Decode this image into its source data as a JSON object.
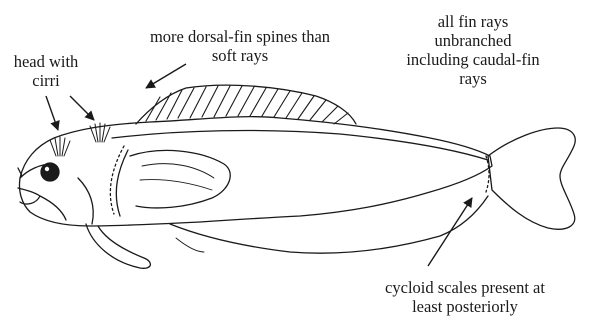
{
  "labels": {
    "head": [
      "head with",
      "cirri"
    ],
    "dorsal": [
      "more dorsal-fin spines than",
      "soft rays"
    ],
    "rays": [
      "all fin rays",
      "unbranched",
      "including caudal-fin",
      "rays"
    ],
    "scales": [
      "cycloid scales present at",
      "least posteriorly"
    ]
  },
  "colors": {
    "line": "#1a1a1a",
    "background": "#ffffff"
  }
}
